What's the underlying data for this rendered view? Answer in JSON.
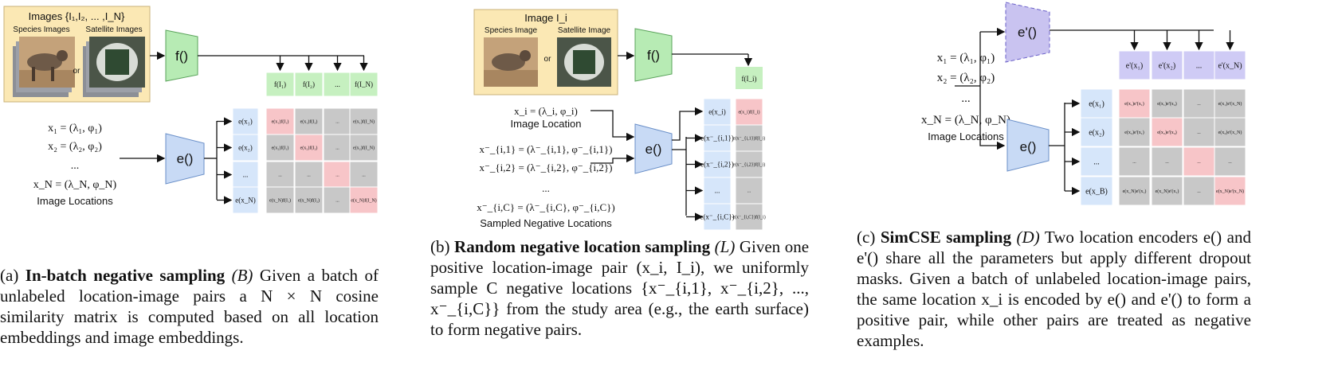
{
  "panel_a": {
    "images_header": "Images {I₁,I₂, ... ,I_N}",
    "species_label": "Species Images",
    "satellite_label": "Satellite Images",
    "or_label": "or",
    "image_encoder": "f()",
    "location_encoder": "e()",
    "image_embeddings": [
      "f(I₁)",
      "f(I₂)",
      "...",
      "f(I_N)"
    ],
    "location_embeddings": [
      "e(x₁)",
      "e(x₂)",
      "...",
      "e(x_N)"
    ],
    "locations": [
      "x₁ = (λ₁, φ₁)",
      "x₂ = (λ₂, φ₂)",
      "...",
      "x_N = (λ_N, φ_N)"
    ],
    "locations_label": "Image Locations",
    "matrix": [
      [
        "e(x₁)f(I₁)",
        "e(x₁)f(I₂)",
        "...",
        "e(x₁)f(I_N)"
      ],
      [
        "e(x₂)f(I₁)",
        "e(x₂)f(I₂)",
        "...",
        "e(x₂)f(I_N)"
      ],
      [
        "...",
        "...",
        "...",
        "..."
      ],
      [
        "e(x_N)f(I₁)",
        "e(x_N)f(I₂)",
        "...",
        "e(x_N)f(I_N)"
      ]
    ],
    "caption_prefix": "(a)",
    "caption_title": "In-batch negative sampling",
    "caption_sym": "(B)",
    "caption_body": "Given a batch of unlabeled location-image pairs a N × N cosine similarity matrix is computed based on all location embeddings and image embeddings."
  },
  "panel_b": {
    "image_header": "Image I_i",
    "species_label": "Species Image",
    "satellite_label": "Satellite Image",
    "or_label": "or",
    "image_encoder": "f()",
    "location_encoder": "e()",
    "image_embedding": "f(I_i)",
    "positive_location": "x_i = (λ_i, φ_i)",
    "positive_label": "Image Location",
    "negatives": [
      "x⁻_{i,1} = (λ⁻_{i,1}, φ⁻_{i,1})",
      "x⁻_{i,2} = (λ⁻_{i,2}, φ⁻_{i,2})",
      "...",
      "x⁻_{i,C} = (λ⁻_{i,C}, φ⁻_{i,C})"
    ],
    "negatives_label": "Sampled Negative Locations",
    "location_embeddings": [
      "e(x_i)",
      "e(x⁻_{i,1})",
      "e(x⁻_{i,2})",
      "...",
      "e(x⁻_{i,C})"
    ],
    "scores": [
      "e(x_i)f(I_i)",
      "e(x⁻_{i,1})f(I_i)",
      "e(x⁻_{i,2})f(I_i)",
      "...",
      "e(x⁻_{i,C})f(I_i)"
    ],
    "caption_prefix": "(b)",
    "caption_title": "Random negative location sampling",
    "caption_sym": "(L)",
    "caption_body": "Given one positive location-image pair (x_i, I_i), we uniformly sample C negative locations {x⁻_{i,1}, x⁻_{i,2}, ..., x⁻_{i,C}} from the study area (e.g., the earth surface) to form negative pairs."
  },
  "panel_c": {
    "encoder_prime": "e'()",
    "location_encoder": "e()",
    "locations": [
      "x₁ = (λ₁, φ₁)",
      "x₂ = (λ₂, φ₂)",
      "...",
      "x_N = (λ_N, φ_N)"
    ],
    "locations_label": "Image Locations",
    "prime_embeddings": [
      "e'(x₁)",
      "e'(x₂)",
      "...",
      "e'(x_N)"
    ],
    "location_embeddings": [
      "e(x₁)",
      "e(x₂)",
      "...",
      "e(x_B)"
    ],
    "matrix": [
      [
        "e(x₁)e'(x₁)",
        "e(x₁)e'(x₂)",
        "...",
        "e(x₁)e'(x_N)"
      ],
      [
        "e(x₂)e'(x₁)",
        "e(x₂)e'(x₂)",
        "...",
        "e(x₂)e'(x_N)"
      ],
      [
        "...",
        "...",
        "...",
        "..."
      ],
      [
        "e(x_N)e'(x₁)",
        "e(x_N)e'(x₁)",
        "...",
        "e(x_N)e'(x_N)"
      ]
    ],
    "caption_prefix": "(c)",
    "caption_title": "SimCSE sampling",
    "caption_sym": "(D)",
    "caption_body": "Two location encoders e() and e'() share all the parameters but apply different dropout masks. Given a batch of unlabeled location-image pairs, the same location x_i is encoded by e() and e'() to form a positive pair, while other pairs are treated as negative examples."
  },
  "colors": {
    "image_box": "#fbe8b4",
    "encoder_f": "#b7ebb4",
    "encoder_e": "#c8daf5",
    "encoder_prime": "#c9c3f0",
    "emb_f": "#c6f0c0",
    "emb_e": "#d6e6fa",
    "emb_prime": "#cfcbf5",
    "cell_neg": "#c8c8c8",
    "cell_pos": "#f7c5c8"
  }
}
